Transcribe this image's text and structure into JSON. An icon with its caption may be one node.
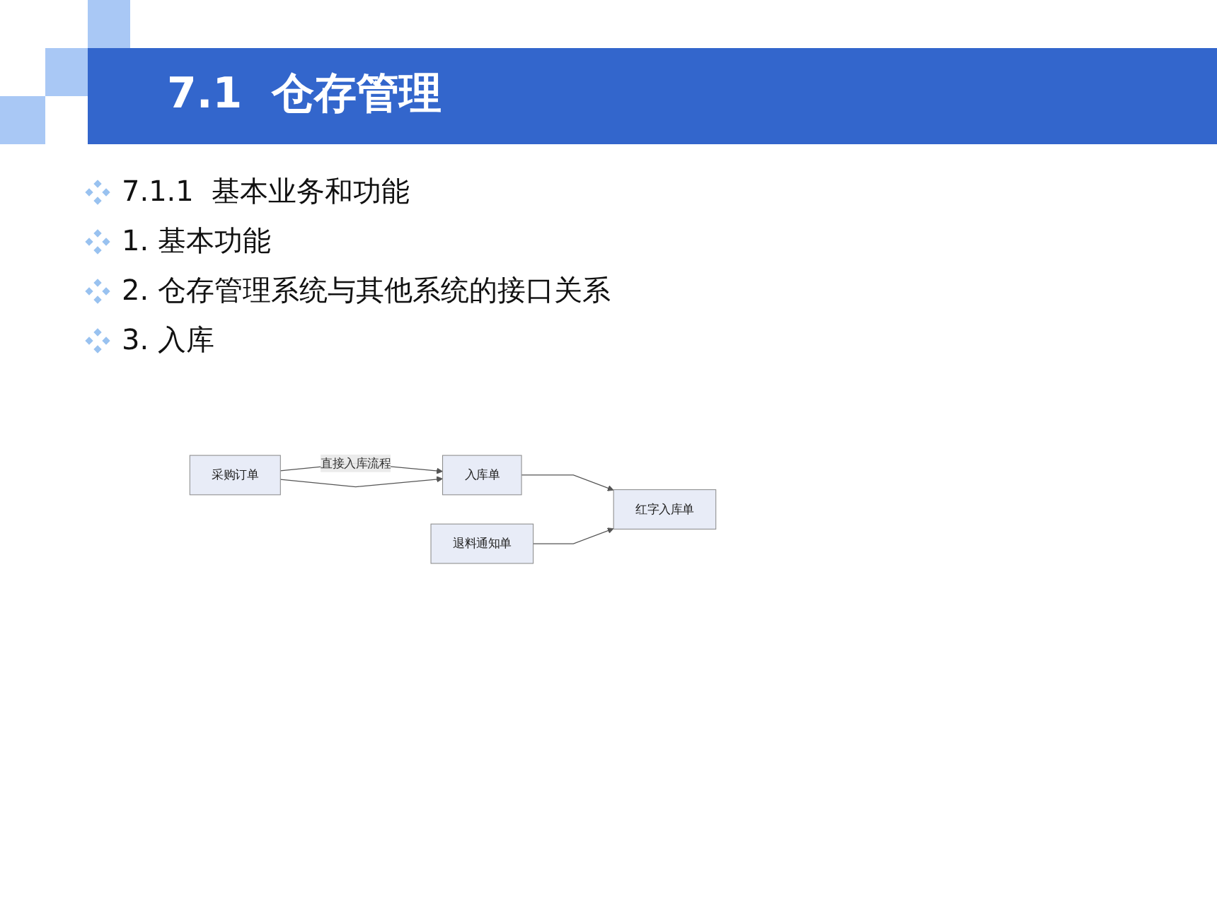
{
  "diagram": {
    "title": "7.1  仓存管理",
    "nodes": [
      {
        "text": [
          "采购订单"
        ]
      },
      {
        "text": [
          "入库单"
        ]
      },
      {
        "text": [
          "退料通知单"
        ]
      },
      {
        "text": [
          "红字入库单"
        ]
      }
    ],
    "edges": [
      {
        "from": 0,
        "to": 1,
        "arrow": "to",
        "label": "直接入库流程"
      },
      {
        "from": 0,
        "to": 1,
        "arrow": "to"
      },
      {
        "from": 1,
        "to": 3,
        "arrow": "to"
      },
      {
        "from": 2,
        "to": 3,
        "arrow": "to"
      }
    ],
    "labels": [
      "7.1.1  基本业务和功能",
      "1. 基本功能",
      "2. 仓存管理系统与其他系统的接口关系",
      "3. 入库"
    ]
  }
}
